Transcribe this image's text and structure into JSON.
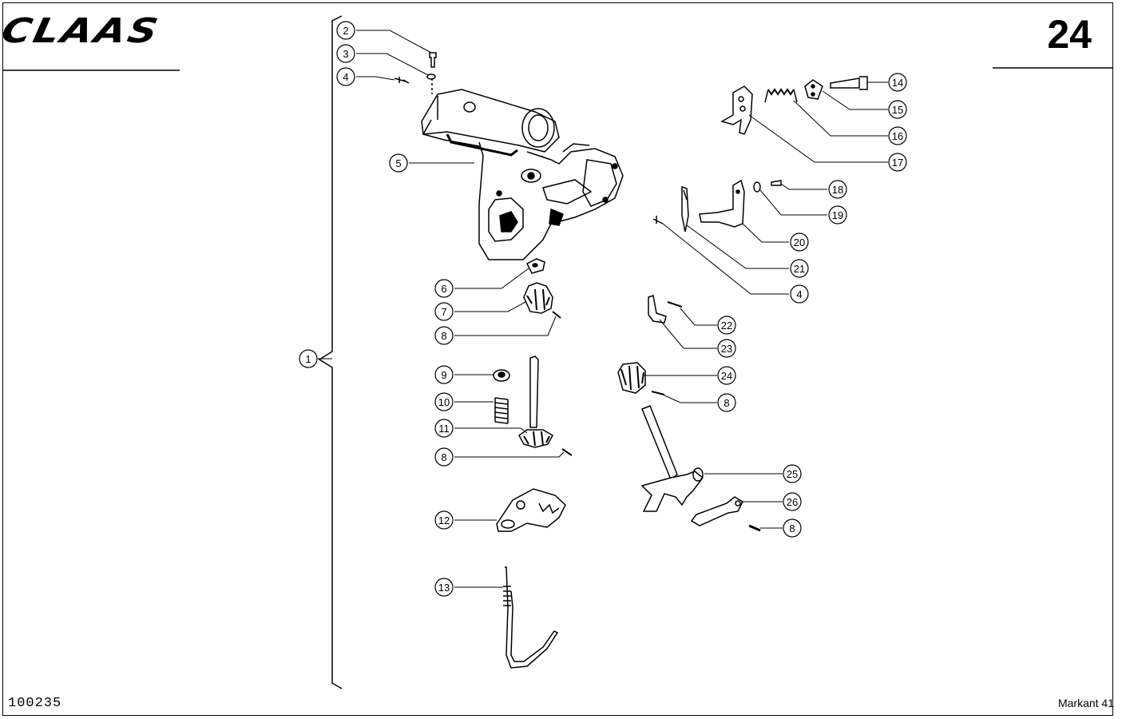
{
  "header": {
    "brand": "CLAAS",
    "page_number": "24"
  },
  "footer": {
    "document_number": "100235",
    "model": "Markant 41"
  },
  "callouts": {
    "c1": "1",
    "c2": "2",
    "c3": "3",
    "c4a": "4",
    "c5": "5",
    "c6": "6",
    "c7": "7",
    "c8a": "8",
    "c9": "9",
    "c10": "10",
    "c11": "11",
    "c8b": "8",
    "c12": "12",
    "c13": "13",
    "c14": "14",
    "c15": "15",
    "c16": "16",
    "c17": "17",
    "c18": "18",
    "c19": "19",
    "c20": "20",
    "c21": "21",
    "c4b": "4",
    "c22": "22",
    "c23": "23",
    "c24": "24",
    "c8c": "8",
    "c25": "25",
    "c26": "26",
    "c8d": "8"
  }
}
